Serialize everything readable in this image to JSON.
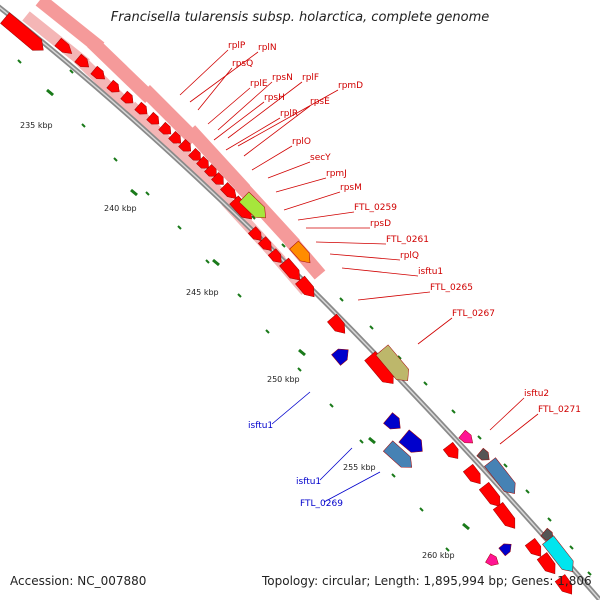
{
  "title": "Francisella tularensis subsp. holarctica, complete genome",
  "accession": "Accession: NC_007880",
  "topology": "Topology: circular; Length: 1,895,994 bp; Genes: 1,806",
  "colors": {
    "backbone": "#8a8a8a",
    "tick": "#1a7a1a",
    "gene": "#ff0000",
    "gene_faded": "#f59a9a",
    "label_red": "#d00000",
    "label_blue": "#0000cc"
  },
  "scale_ticks": [
    "235 kbp",
    "240 kbp",
    "245 kbp",
    "250 kbp",
    "255 kbp",
    "260 kbp"
  ],
  "gene_labels_red": [
    "rplP",
    "rplN",
    "rpsQ",
    "rplE",
    "rpsN",
    "rplF",
    "rpmD",
    "rpsH",
    "rpsE",
    "rplR",
    "rplO",
    "secY",
    "rpmJ",
    "rpsM",
    "FTL_0259",
    "rpsD",
    "FTL_0261",
    "rplQ",
    "isftu1",
    "FTL_0265",
    "FTL_0267",
    "isftu2",
    "FTL_0271"
  ],
  "gene_labels_blue": [
    "isftu1",
    "isftu1",
    "FTL_0269"
  ]
}
